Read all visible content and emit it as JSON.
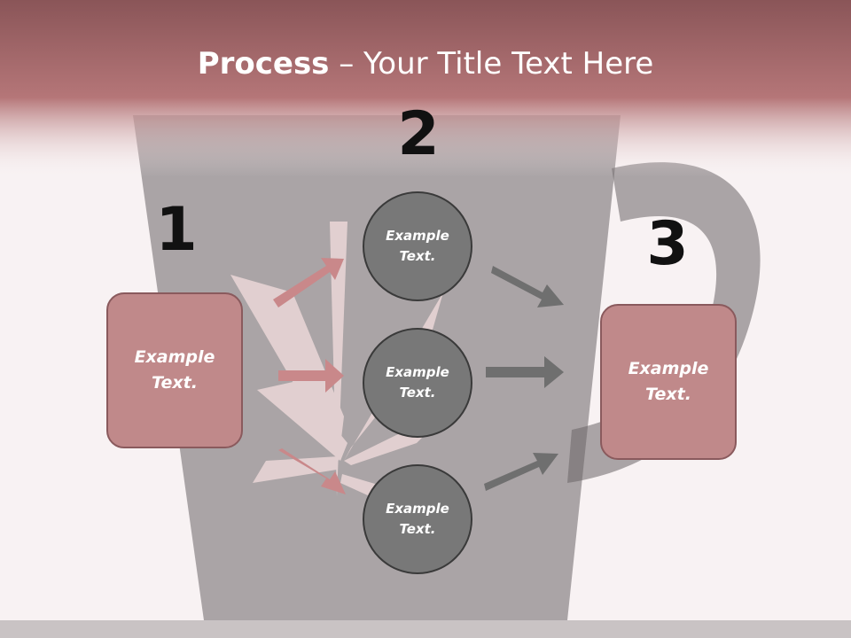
{
  "slide": {
    "title_bold": "Process",
    "title_rest": " – Your Title Text Here"
  },
  "steps": {
    "one": {
      "number": "1",
      "text": "Example Text."
    },
    "two": {
      "number": "2",
      "circles": [
        "Example Text.",
        "Example Text.",
        "Example Text."
      ]
    },
    "three": {
      "number": "3",
      "text": "Example Text."
    }
  },
  "colors": {
    "header_band": "#b57678",
    "box_fill": "#c0898a",
    "circle_fill": "#787878",
    "arrow_in": "#c9888a",
    "arrow_out": "#6f6f6f",
    "number_text": "#111111"
  },
  "icons": [
    "leaf-icon",
    "mug-icon",
    "arrow-icon"
  ]
}
